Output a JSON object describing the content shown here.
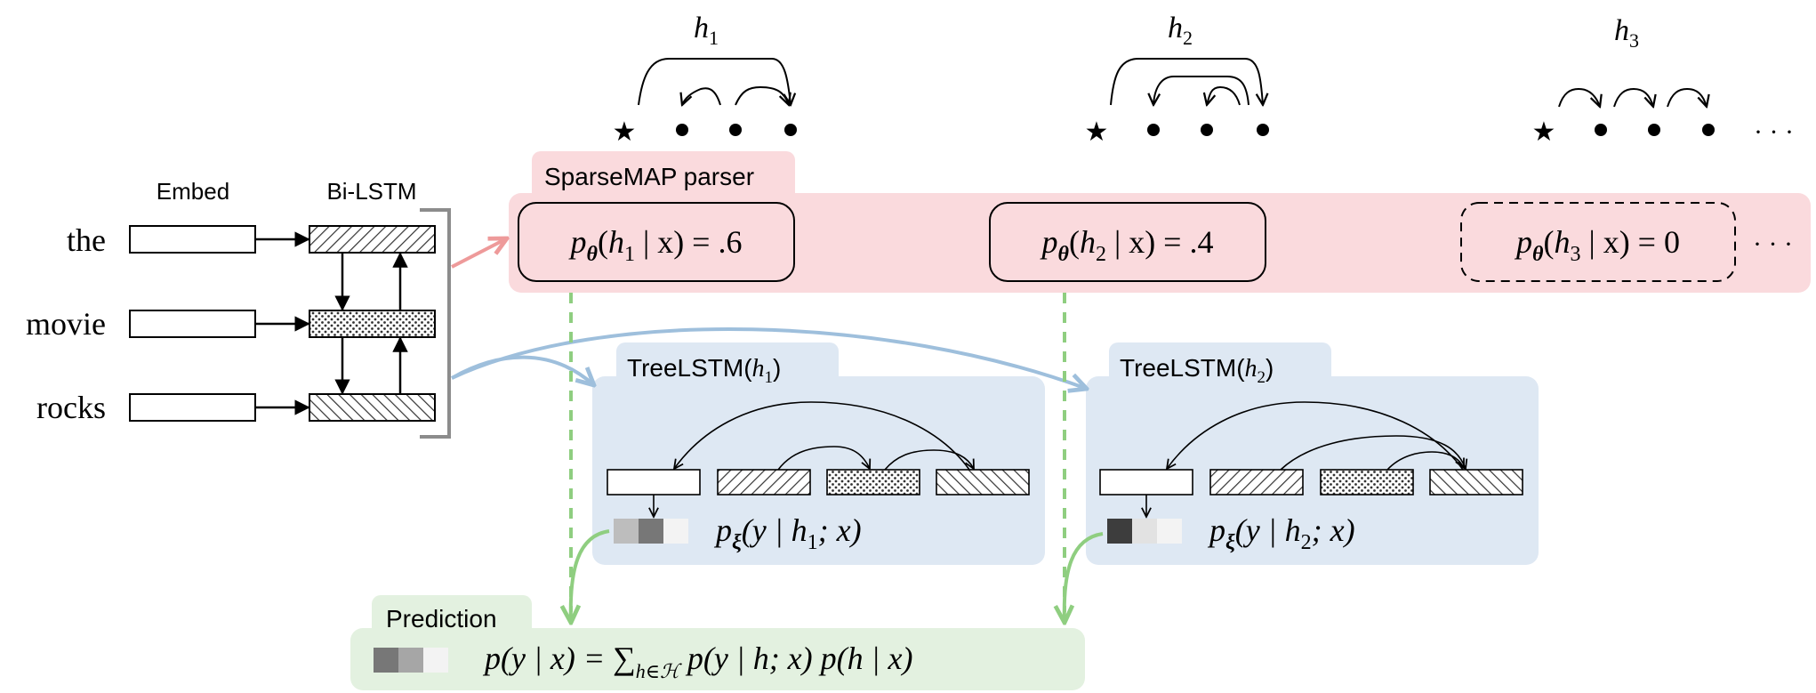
{
  "input": {
    "embed_label": "Embed",
    "bilstm_label": "Bi-LSTM",
    "words": [
      "the",
      "movie",
      "rocks"
    ]
  },
  "trees": [
    {
      "label_var": "h",
      "label_sub": "1"
    },
    {
      "label_var": "h",
      "label_sub": "2"
    },
    {
      "label_var": "h",
      "label_sub": "3"
    }
  ],
  "trees_ellipsis": "· · ·",
  "parser": {
    "title": "SparseMAP parser",
    "probs": [
      {
        "p": "p",
        "theta": "θ",
        "open": "(",
        "h": "h",
        "sub": "1",
        "rest": " | x) = .6"
      },
      {
        "p": "p",
        "theta": "θ",
        "open": "(",
        "h": "h",
        "sub": "2",
        "rest": " | x) = .4"
      },
      {
        "p": "p",
        "theta": "θ",
        "open": "(",
        "h": "h",
        "sub": "3",
        "rest": " | x) = 0"
      }
    ],
    "ellipsis": "· · ·"
  },
  "treelstms": [
    {
      "name": "TreeLSTM",
      "open": "(",
      "h": "h",
      "sub": "1",
      "close": ")",
      "formula": {
        "p": "p",
        "xi": "ξ",
        "open": "(y | ",
        "h": "h",
        "sub": "1",
        "rest": "; x)"
      }
    },
    {
      "name": "TreeLSTM",
      "open": "(",
      "h": "h",
      "sub": "2",
      "close": ")",
      "formula": {
        "p": "p",
        "xi": "ξ",
        "open": "(y | ",
        "h": "h",
        "sub": "2",
        "rest": "; x)"
      }
    }
  ],
  "prediction": {
    "title": "Prediction",
    "lhs": "p(y | x) = ",
    "sum": "∑",
    "sum_sub": "h∈ℋ",
    "rhs": " p(y | h; x) p(h | x)"
  },
  "colors": {
    "parser_bg": "#fadadd",
    "treelstm_bg": "#dee8f3",
    "prediction_bg": "#e3f1e0",
    "parser_arrow": "#ee9a9a",
    "blue_arrow": "#9ebfdc",
    "green": "#8fce80",
    "bracket": "#8c8c8c"
  }
}
